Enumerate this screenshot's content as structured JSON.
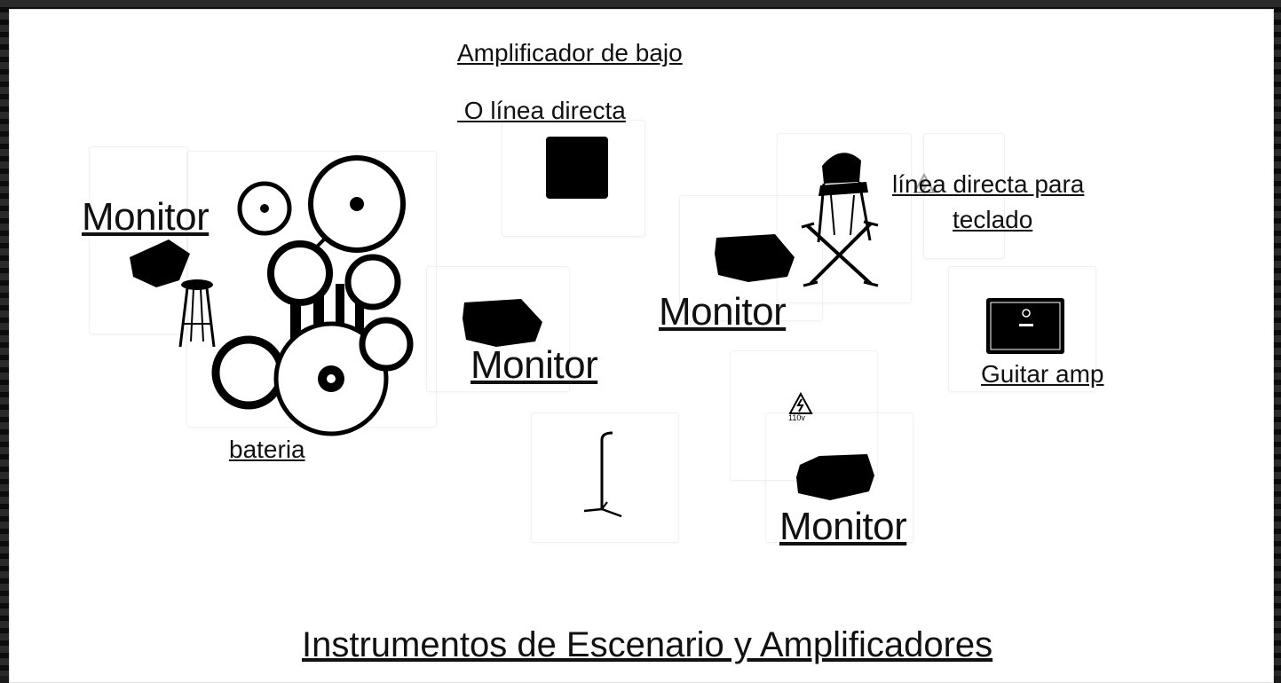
{
  "diagram": {
    "title": "Instrumentos de Escenario y Amplificadores",
    "labels": {
      "bass_amp_line1": "Amplificador de bajo",
      "bass_amp_line2": " O línea directa",
      "monitor_1": "Monitor",
      "monitor_2": "Monitor",
      "monitor_3": "Monitor",
      "monitor_4": "Monitor",
      "keyboard_line1": "línea directa para",
      "keyboard_line2": "teclado",
      "guitar_amp": "Guitar amp",
      "drums": "bateria",
      "power_outlet": "110v"
    },
    "icons": [
      "drum-kit-icon",
      "stool-icon",
      "bass-amp-icon",
      "monitor-wedge-icon",
      "chair-icon",
      "keyboard-stand-icon",
      "guitar-amp-icon",
      "power-outlet-icon",
      "mic-stand-icon"
    ]
  }
}
